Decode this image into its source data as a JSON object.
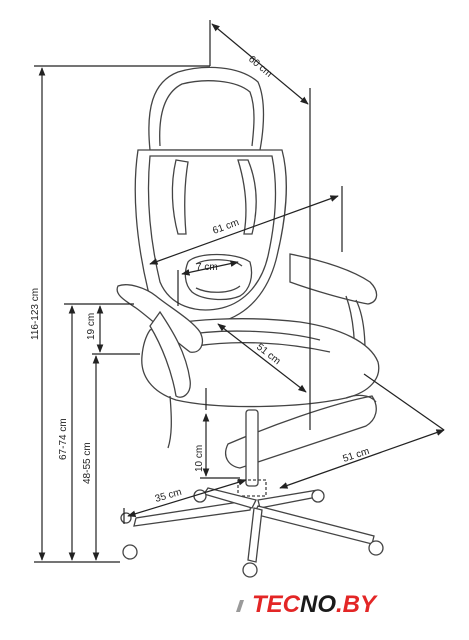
{
  "dimensions": {
    "depth_top": "60 cm",
    "width_armrest": "61 cm",
    "lumbar": "7 cm",
    "seat_diagonal": "51 cm",
    "total_height": "116-123 cm",
    "armrest_above_seat": "19 cm",
    "armrest_height": "67-74 cm",
    "seat_height": "48-55 cm",
    "gaslift": "10 cm",
    "base_radius": "35 cm",
    "base_depth": "51 cm"
  },
  "logo": {
    "text_red": "TEC",
    "text_dark": "NO",
    "text_red2": ".BY"
  },
  "colors": {
    "logo_red": "#e32626",
    "logo_dark": "#1a1a1a",
    "line": "#222222"
  }
}
